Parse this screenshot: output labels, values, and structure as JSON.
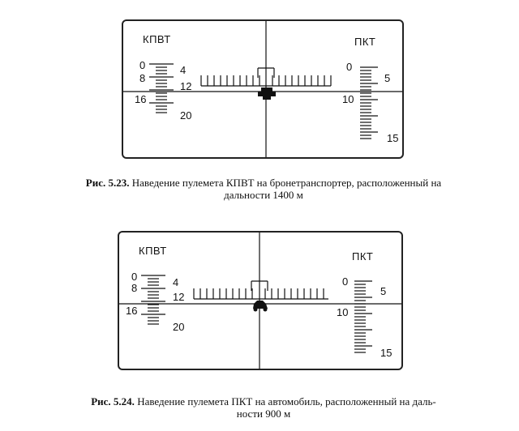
{
  "figures": [
    {
      "number": "Рис. 5.23.",
      "caption_line1": "Наведение пулемета КПВТ на бронетранспортер, расположенный на",
      "caption_line2": "дальности 1400 м",
      "left_scale_label": "КПВТ",
      "right_scale_label": "ПКТ",
      "left_marks": [
        "0",
        "4",
        "8",
        "12",
        "16",
        "20"
      ],
      "right_marks": [
        "0",
        "5",
        "10",
        "15"
      ],
      "target": "apc-icon"
    },
    {
      "number": "Рис. 5.24.",
      "caption_line1": "Наведение пулемета ПКТ на автомобиль, расположенный на даль-",
      "caption_line2": "ности 900 м",
      "left_scale_label": "КПВТ",
      "right_scale_label": "ПКТ",
      "left_marks": [
        "0",
        "4",
        "8",
        "12",
        "16",
        "20"
      ],
      "right_marks": [
        "0",
        "5",
        "10",
        "15"
      ],
      "target": "car-icon"
    }
  ]
}
